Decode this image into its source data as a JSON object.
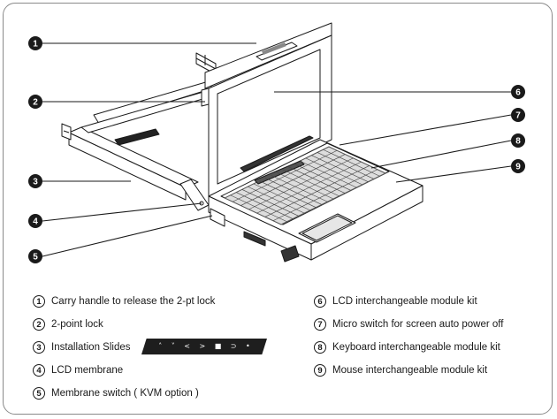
{
  "callouts": [
    "1",
    "2",
    "3",
    "4",
    "5",
    "6",
    "7",
    "8",
    "9"
  ],
  "legend": [
    {
      "num": "1",
      "label": "Carry handle to release the 2-pt lock"
    },
    {
      "num": "2",
      "label": "2-point lock"
    },
    {
      "num": "3",
      "label": "Installation Slides"
    },
    {
      "num": "4",
      "label": "LCD membrane"
    },
    {
      "num": "5",
      "label": "Membrane switch ( KVM option )"
    },
    {
      "num": "6",
      "label": "LCD interchangeable module kit"
    },
    {
      "num": "7",
      "label": "Micro switch for screen auto power off"
    },
    {
      "num": "8",
      "label": "Keyboard interchangeable module kit"
    },
    {
      "num": "9",
      "label": "Mouse interchangeable module kit"
    }
  ],
  "kvm_keys": [
    "˄",
    "˅",
    "<",
    ">",
    "■",
    "⊃",
    "•"
  ],
  "colors": {
    "callout": "#1a1a1a",
    "line": "#1a1a1a",
    "frame": "#8a8a8a",
    "kvm_bar": "#1e1e1e"
  }
}
